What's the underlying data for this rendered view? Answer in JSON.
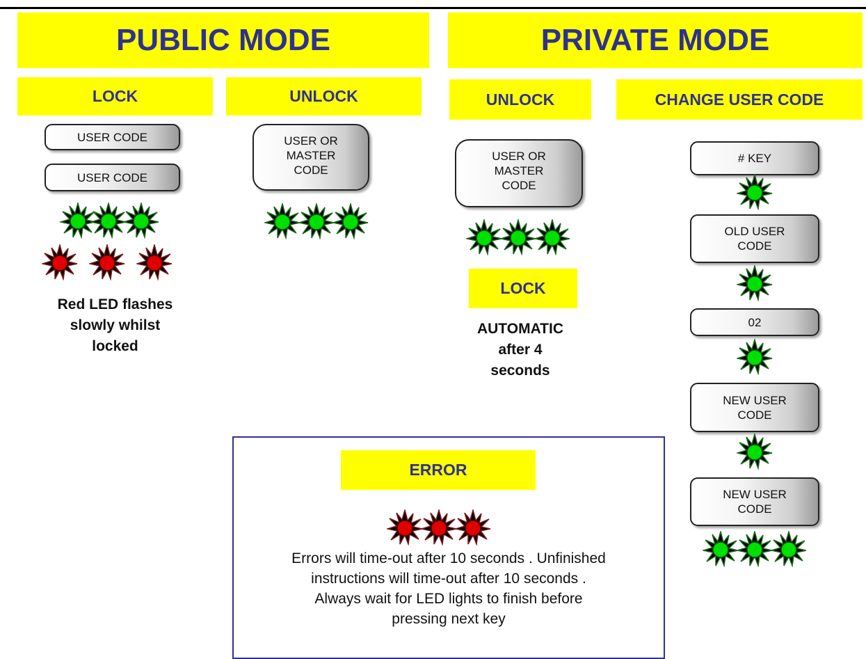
{
  "public_mode": {
    "title": "PUBLIC MODE",
    "lock": {
      "heading": "LOCK",
      "key_1": "USER CODE",
      "key_2": "USER CODE",
      "green_leds": 3,
      "red_leds": 3,
      "note": "Red LED flashes\nslowly whilst\nlocked"
    },
    "unlock": {
      "heading": "UNLOCK",
      "key": "USER OR\nMASTER\nCODE",
      "green_leds": 3
    }
  },
  "private_mode": {
    "title": "PRIVATE MODE",
    "unlock": {
      "heading": "UNLOCK",
      "key": "USER OR\nMASTER\nCODE",
      "green_leds": 3,
      "lock_heading": "LOCK",
      "note": "AUTOMATIC\nafter 4\nseconds"
    },
    "change_user_code": {
      "heading": "CHANGE USER CODE",
      "steps": [
        "# KEY",
        "OLD USER\nCODE",
        "02",
        "NEW USER\nCODE",
        "NEW USER\nCODE"
      ],
      "final_green_leds": 3
    }
  },
  "error": {
    "heading": "ERROR",
    "red_leds": 3,
    "text": "Errors will time-out after 10 seconds . Unfinished\ninstructions will time-out after 10 seconds .\nAlways wait for LED lights to finish before\npressing next key"
  },
  "colors": {
    "banner": "#ffff00",
    "banner_text": "#2e3192",
    "led_green": "#00e000",
    "led_red": "#e00000",
    "frame": "#2e3192"
  },
  "icons": {
    "green_led": "green-led-icon",
    "red_led": "red-led-icon"
  }
}
